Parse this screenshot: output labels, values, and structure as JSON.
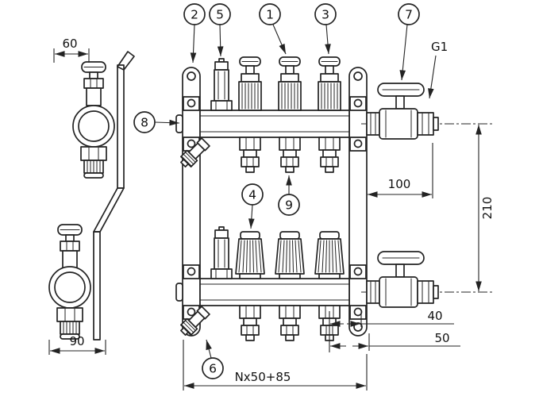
{
  "meta": {
    "description": "Technical dimensional line drawing of an underfloor-heating manifold with ball valves, flow valves, thermostatic inserts, air vents and drain cocks",
    "background": "#ffffff",
    "line_color": "#232323"
  },
  "callouts": [
    {
      "num": "1",
      "target": "valve-top-middle"
    },
    {
      "num": "2",
      "target": "mounting-bracket"
    },
    {
      "num": "3",
      "target": "valve-top-right"
    },
    {
      "num": "4",
      "target": "thermostatic-insert"
    },
    {
      "num": "5",
      "target": "air-vent"
    },
    {
      "num": "6",
      "target": "drain-cock"
    },
    {
      "num": "7",
      "target": "ball-valve"
    },
    {
      "num": "8",
      "target": "end-cap"
    },
    {
      "num": "9",
      "target": "outlet-connector"
    }
  ],
  "dimensions": {
    "side_top_width": "60",
    "side_bottom_width": "90",
    "thread_size": "G1",
    "valve_length": "100",
    "center_distance": "210",
    "end_offset": "40",
    "outlet_pitch": "50",
    "total_length": "Nx50+85"
  }
}
